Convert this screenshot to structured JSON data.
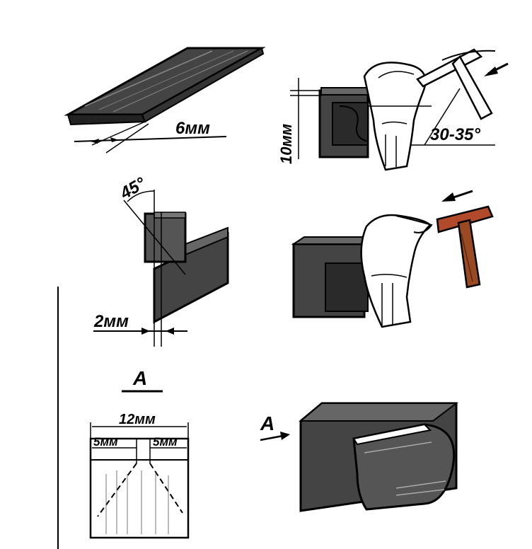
{
  "figures": {
    "plate": {
      "thickness_label": "6мм"
    },
    "chisel_start": {
      "depth_label": "10мм",
      "angle_label": "30-35°"
    },
    "bevel": {
      "angle_label": "45°",
      "offset_label": "2мм"
    },
    "hammer_step": {},
    "section_a": {
      "marker": "А",
      "width_label": "12мм",
      "left_margin_label": "5мм",
      "right_margin_label": "5мм"
    },
    "finished_part": {
      "view_marker": "А"
    }
  },
  "colors": {
    "ink": "#000000",
    "shade": "#444444",
    "hammer_head": "#b04a2a",
    "hammer_handle": "#9a4a22"
  }
}
